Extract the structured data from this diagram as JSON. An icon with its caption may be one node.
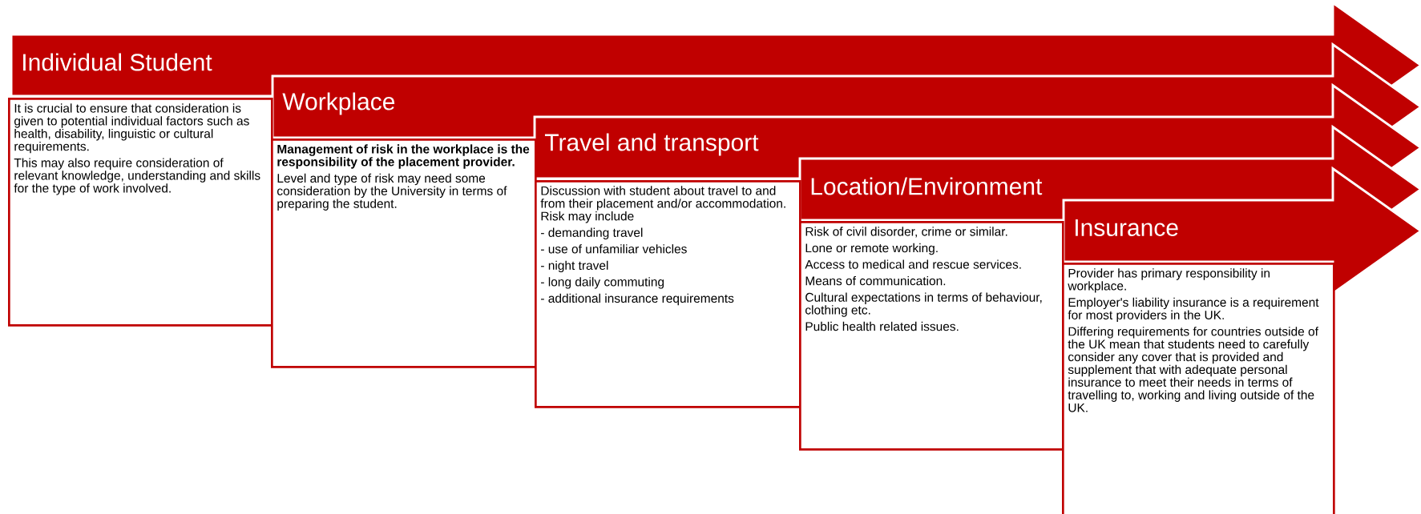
{
  "diagram": {
    "nodes": [
      {
        "text": [
          "Individual Student"
        ]
      },
      {
        "text": [
          "Workplace"
        ]
      },
      {
        "text": [
          "Travel and transport"
        ]
      },
      {
        "text": [
          "Location/Environment"
        ]
      },
      {
        "text": [
          "Insurance"
        ]
      },
      {
        "text": [
          "It is crucial to ensure that consideration is given to potential individual factors such as health, disability, linguistic or cultural requirements.",
          "This may also require consideration of relevant knowledge, understanding and skills for the type of work involved."
        ]
      },
      {
        "text": [
          "**Management of risk in the workplace is the responsibility of the placement provider.**",
          "Level and type of risk may need some consideration by the University in terms of preparing the student."
        ]
      },
      {
        "text": [
          "Discussion with student about travel to and from their placement and/or accommodation. Risk may include",
          "- demanding travel",
          "- use of unfamiliar vehicles",
          "- night travel",
          "- long daily commuting",
          "- additional insurance requirements"
        ]
      },
      {
        "text": [
          "Risk of civil disorder, crime or similar.",
          "Lone or remote working.",
          "Access to medical and rescue services.",
          "Means of communication.",
          "Cultural expectations in terms of behaviour, clothing etc.",
          "Public health related issues."
        ]
      },
      {
        "text": [
          "Provider has primary responsibility in workplace.",
          "Employer's liability insurance is a requirement for most providers in the UK.",
          "Differing requirements for countries outside of the UK mean that students need to carefully consider any cover that is provided and supplement that with adequate personal insurance to meet their needs in terms of travelling to, working and living outside of the UK."
        ]
      }
    ]
  }
}
